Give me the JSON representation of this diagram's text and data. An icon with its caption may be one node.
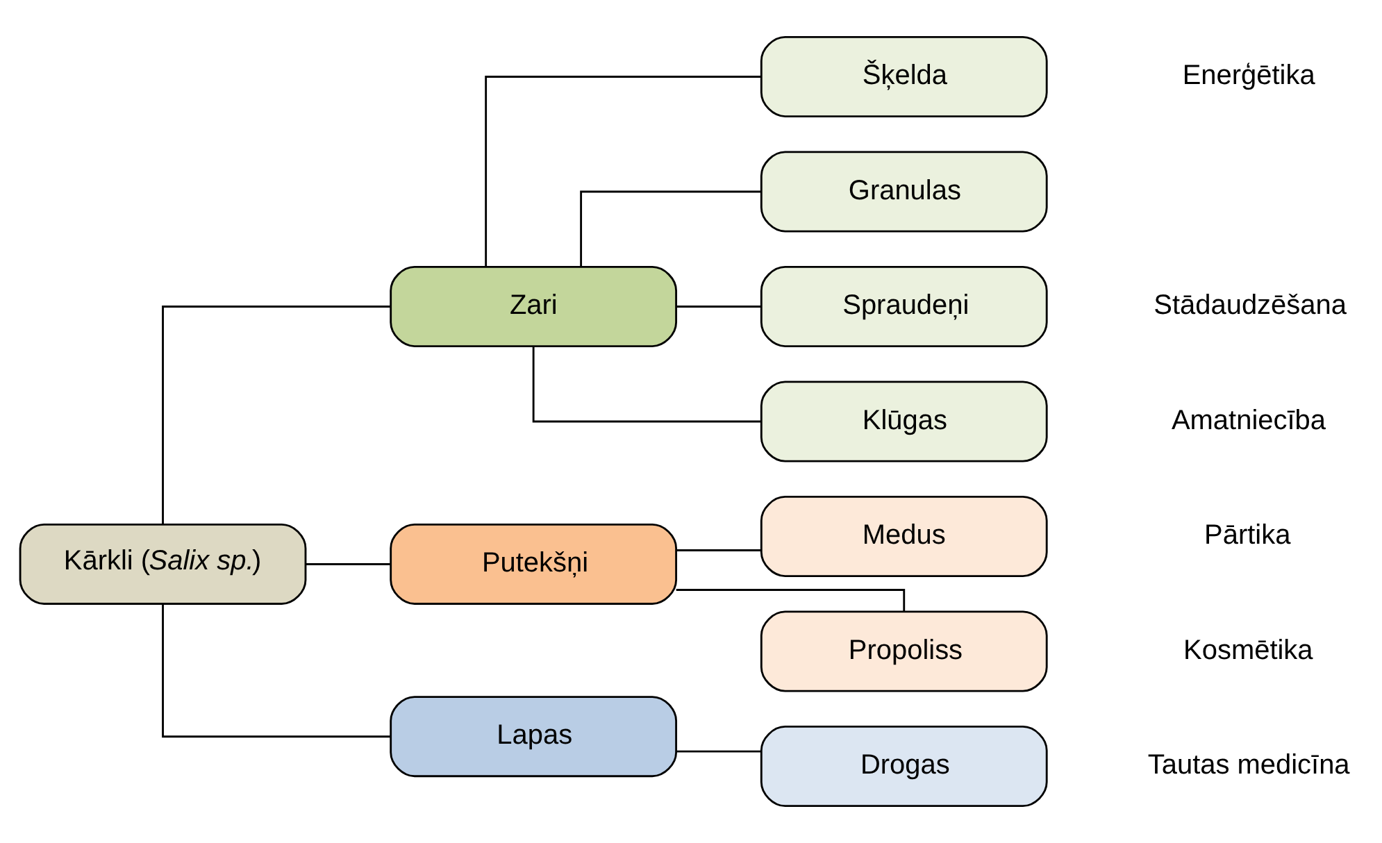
{
  "diagram": {
    "nodes": [
      {
        "text": [
          "Kārkli (*Salix sp.*)"
        ]
      },
      {
        "text": [
          "Zari"
        ]
      },
      {
        "text": [
          "Šķelda"
        ]
      },
      {
        "text": [
          "Granulas"
        ]
      },
      {
        "text": [
          "Spraudeņi"
        ]
      },
      {
        "text": [
          "Klūgas"
        ]
      },
      {
        "text": [
          "Putekšņi"
        ]
      },
      {
        "text": [
          "Medus"
        ]
      },
      {
        "text": [
          "Propoliss"
        ]
      },
      {
        "text": [
          "Lapas"
        ]
      },
      {
        "text": [
          "Drogas"
        ]
      }
    ],
    "edges": [
      {
        "from": 0,
        "to": 1,
        "arrow": "none"
      },
      {
        "from": 0,
        "to": 6,
        "arrow": "none"
      },
      {
        "from": 0,
        "to": 9,
        "arrow": "none"
      },
      {
        "from": 1,
        "to": 2,
        "arrow": "none"
      },
      {
        "from": 1,
        "to": 3,
        "arrow": "none"
      },
      {
        "from": 1,
        "to": 4,
        "arrow": "none"
      },
      {
        "from": 1,
        "to": 5,
        "arrow": "none"
      },
      {
        "from": 6,
        "to": 7,
        "arrow": "none"
      },
      {
        "from": 6,
        "to": 8,
        "arrow": "none"
      },
      {
        "from": 9,
        "to": 10,
        "arrow": "none"
      }
    ],
    "labels": [
      "Enerģētika",
      "Stādaudzēšana",
      "Amatniecība",
      "Pārtika",
      "Kosmētika",
      "Tautas medicīna"
    ]
  }
}
